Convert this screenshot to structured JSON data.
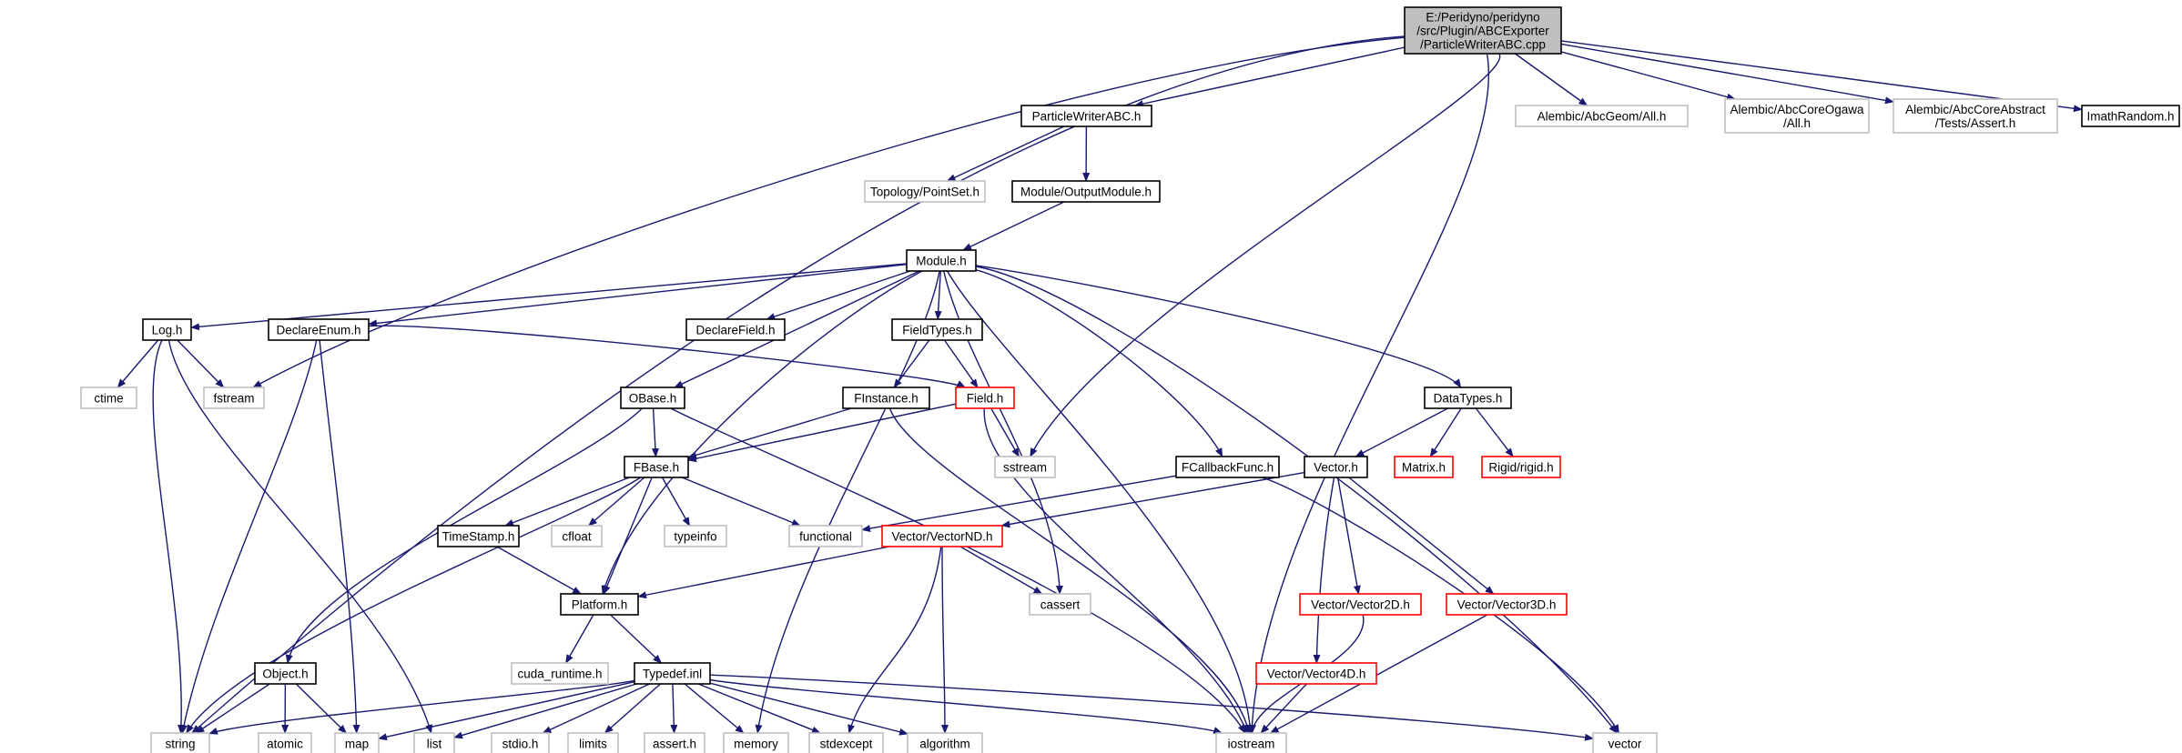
{
  "colors": {
    "edge": "#191970",
    "root_fill": "#bfbfbf",
    "documented_border": "#000000",
    "incomplete_border": "#ff0000",
    "external_border": "#bfbfbf",
    "background": "#ffffff"
  },
  "nodes": [
    {
      "id": "root",
      "kind": "root",
      "lines": [
        "E:/Peridyno/peridyno",
        "/src/Plugin/ABCExporter",
        "/ParticleWriterABC.cpp"
      ]
    },
    {
      "id": "pwabc",
      "kind": "documented",
      "lines": [
        "ParticleWriterABC.h"
      ]
    },
    {
      "id": "abcgeom",
      "kind": "external",
      "lines": [
        "Alembic/AbcGeom/All.h"
      ]
    },
    {
      "id": "abcogawa",
      "kind": "external",
      "lines": [
        "Alembic/AbcCoreOgawa",
        "/All.h"
      ]
    },
    {
      "id": "abcassert",
      "kind": "external",
      "lines": [
        "Alembic/AbcCoreAbstract",
        "/Tests/Assert.h"
      ]
    },
    {
      "id": "imath",
      "kind": "documented",
      "lines": [
        "ImathRandom.h"
      ]
    },
    {
      "id": "pointset",
      "kind": "external",
      "lines": [
        "Topology/PointSet.h"
      ]
    },
    {
      "id": "outmod",
      "kind": "documented",
      "lines": [
        "Module/OutputModule.h"
      ]
    },
    {
      "id": "module",
      "kind": "documented",
      "lines": [
        "Module.h"
      ]
    },
    {
      "id": "log",
      "kind": "documented",
      "lines": [
        "Log.h"
      ]
    },
    {
      "id": "declenum",
      "kind": "documented",
      "lines": [
        "DeclareEnum.h"
      ]
    },
    {
      "id": "declfield",
      "kind": "documented",
      "lines": [
        "DeclareField.h"
      ]
    },
    {
      "id": "fieldtypes",
      "kind": "documented",
      "lines": [
        "FieldTypes.h"
      ]
    },
    {
      "id": "datatypes",
      "kind": "documented",
      "lines": [
        "DataTypes.h"
      ]
    },
    {
      "id": "ctime",
      "kind": "external",
      "lines": [
        "ctime"
      ]
    },
    {
      "id": "fstream",
      "kind": "external",
      "lines": [
        "fstream"
      ]
    },
    {
      "id": "obase",
      "kind": "documented",
      "lines": [
        "OBase.h"
      ]
    },
    {
      "id": "finstance",
      "kind": "documented",
      "lines": [
        "FInstance.h"
      ]
    },
    {
      "id": "field",
      "kind": "incomplete",
      "lines": [
        "Field.h"
      ]
    },
    {
      "id": "sstream",
      "kind": "external",
      "lines": [
        "sstream"
      ]
    },
    {
      "id": "fcallback",
      "kind": "documented",
      "lines": [
        "FCallbackFunc.h"
      ]
    },
    {
      "id": "vector_h",
      "kind": "documented",
      "lines": [
        "Vector.h"
      ]
    },
    {
      "id": "matrix",
      "kind": "incomplete",
      "lines": [
        "Matrix.h"
      ]
    },
    {
      "id": "rigid",
      "kind": "incomplete",
      "lines": [
        "Rigid/rigid.h"
      ]
    },
    {
      "id": "fbase",
      "kind": "documented",
      "lines": [
        "FBase.h"
      ]
    },
    {
      "id": "timestamp",
      "kind": "documented",
      "lines": [
        "TimeStamp.h"
      ]
    },
    {
      "id": "cfloat",
      "kind": "external",
      "lines": [
        "cfloat"
      ]
    },
    {
      "id": "typeinfo",
      "kind": "external",
      "lines": [
        "typeinfo"
      ]
    },
    {
      "id": "functional",
      "kind": "external",
      "lines": [
        "functional"
      ]
    },
    {
      "id": "vectornd",
      "kind": "incomplete",
      "lines": [
        "Vector/VectorND.h"
      ]
    },
    {
      "id": "cassert",
      "kind": "external",
      "lines": [
        "cassert"
      ]
    },
    {
      "id": "vec2d",
      "kind": "incomplete",
      "lines": [
        "Vector/Vector2D.h"
      ]
    },
    {
      "id": "vec3d",
      "kind": "incomplete",
      "lines": [
        "Vector/Vector3D.h"
      ]
    },
    {
      "id": "vec4d",
      "kind": "incomplete",
      "lines": [
        "Vector/Vector4D.h"
      ]
    },
    {
      "id": "platform",
      "kind": "documented",
      "lines": [
        "Platform.h"
      ]
    },
    {
      "id": "cudart",
      "kind": "external",
      "lines": [
        "cuda_runtime.h"
      ]
    },
    {
      "id": "typedef",
      "kind": "documented",
      "lines": [
        "Typedef.inl"
      ]
    },
    {
      "id": "object",
      "kind": "documented",
      "lines": [
        "Object.h"
      ]
    },
    {
      "id": "string",
      "kind": "external",
      "lines": [
        "string"
      ]
    },
    {
      "id": "atomic",
      "kind": "external",
      "lines": [
        "atomic"
      ]
    },
    {
      "id": "map",
      "kind": "external",
      "lines": [
        "map"
      ]
    },
    {
      "id": "list",
      "kind": "external",
      "lines": [
        "list"
      ]
    },
    {
      "id": "stdio",
      "kind": "external",
      "lines": [
        "stdio.h"
      ]
    },
    {
      "id": "limits",
      "kind": "external",
      "lines": [
        "limits"
      ]
    },
    {
      "id": "asserth",
      "kind": "external",
      "lines": [
        "assert.h"
      ]
    },
    {
      "id": "memory",
      "kind": "external",
      "lines": [
        "memory"
      ]
    },
    {
      "id": "stdexcept",
      "kind": "external",
      "lines": [
        "stdexcept"
      ]
    },
    {
      "id": "algorithm",
      "kind": "external",
      "lines": [
        "algorithm"
      ]
    },
    {
      "id": "iostream",
      "kind": "external",
      "lines": [
        "iostream"
      ]
    },
    {
      "id": "vector",
      "kind": "external",
      "lines": [
        "vector"
      ]
    }
  ],
  "edges": [
    [
      "root",
      "string"
    ],
    [
      "root",
      "fstream"
    ],
    [
      "root",
      "pwabc"
    ],
    [
      "root",
      "sstream"
    ],
    [
      "root",
      "iostream"
    ],
    [
      "root",
      "abcgeom"
    ],
    [
      "root",
      "abcogawa"
    ],
    [
      "root",
      "abcassert"
    ],
    [
      "root",
      "imath"
    ],
    [
      "pwabc",
      "pointset"
    ],
    [
      "pwabc",
      "outmod"
    ],
    [
      "outmod",
      "module"
    ],
    [
      "module",
      "log"
    ],
    [
      "module",
      "declenum"
    ],
    [
      "module",
      "declfield"
    ],
    [
      "module",
      "fieldtypes"
    ],
    [
      "module",
      "datatypes"
    ],
    [
      "module",
      "obase"
    ],
    [
      "module",
      "fcallback"
    ],
    [
      "module",
      "platform"
    ],
    [
      "module",
      "memory"
    ],
    [
      "module",
      "cassert"
    ],
    [
      "module",
      "iostream"
    ],
    [
      "module",
      "vector"
    ],
    [
      "log",
      "ctime"
    ],
    [
      "log",
      "fstream"
    ],
    [
      "log",
      "string"
    ],
    [
      "log",
      "list"
    ],
    [
      "declenum",
      "field"
    ],
    [
      "declenum",
      "string"
    ],
    [
      "declenum",
      "map"
    ],
    [
      "fieldtypes",
      "finstance"
    ],
    [
      "fieldtypes",
      "field"
    ],
    [
      "datatypes",
      "vector_h"
    ],
    [
      "datatypes",
      "matrix"
    ],
    [
      "datatypes",
      "rigid"
    ],
    [
      "obase",
      "fbase"
    ],
    [
      "obase",
      "object"
    ],
    [
      "obase",
      "iostream"
    ],
    [
      "finstance",
      "fbase"
    ],
    [
      "finstance",
      "iostream"
    ],
    [
      "field",
      "fbase"
    ],
    [
      "field",
      "sstream"
    ],
    [
      "field",
      "iostream"
    ],
    [
      "fcallback",
      "functional"
    ],
    [
      "fcallback",
      "vector"
    ],
    [
      "vector_h",
      "vectornd"
    ],
    [
      "vector_h",
      "vec2d"
    ],
    [
      "vector_h",
      "vec3d"
    ],
    [
      "vector_h",
      "vec4d"
    ],
    [
      "fbase",
      "timestamp"
    ],
    [
      "fbase",
      "cfloat"
    ],
    [
      "fbase",
      "typeinfo"
    ],
    [
      "fbase",
      "functional"
    ],
    [
      "fbase",
      "platform"
    ],
    [
      "fbase",
      "string"
    ],
    [
      "timestamp",
      "platform"
    ],
    [
      "vectornd",
      "platform"
    ],
    [
      "vectornd",
      "cassert"
    ],
    [
      "vectornd",
      "stdexcept"
    ],
    [
      "vectornd",
      "algorithm"
    ],
    [
      "vec2d",
      "iostream"
    ],
    [
      "vec3d",
      "iostream"
    ],
    [
      "vec4d",
      "iostream"
    ],
    [
      "platform",
      "cudart"
    ],
    [
      "platform",
      "typedef"
    ],
    [
      "typedef",
      "string"
    ],
    [
      "typedef",
      "map"
    ],
    [
      "typedef",
      "list"
    ],
    [
      "typedef",
      "stdio"
    ],
    [
      "typedef",
      "limits"
    ],
    [
      "typedef",
      "asserth"
    ],
    [
      "typedef",
      "memory"
    ],
    [
      "typedef",
      "stdexcept"
    ],
    [
      "typedef",
      "algorithm"
    ],
    [
      "typedef",
      "iostream"
    ],
    [
      "typedef",
      "vector"
    ],
    [
      "object",
      "string"
    ],
    [
      "object",
      "atomic"
    ],
    [
      "object",
      "map"
    ]
  ]
}
